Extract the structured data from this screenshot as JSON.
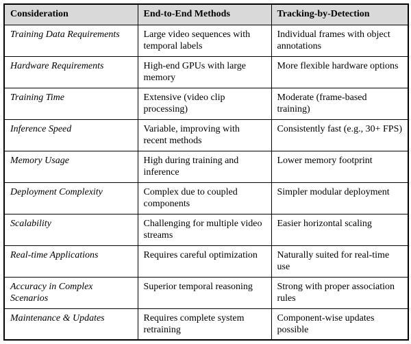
{
  "colors": {
    "header_background": "#d9d9d9",
    "border": "#000000",
    "text": "#000000",
    "page_background": "#ffffff"
  },
  "table": {
    "headers": {
      "consideration": "Consideration",
      "end_to_end": "End-to-End Methods",
      "tracking": "Tracking-by-Detection"
    },
    "rows": [
      {
        "consideration": "Training Data Requirements",
        "end_to_end": "Large video sequences with temporal labels",
        "tracking": "Individual frames with object annotations"
      },
      {
        "consideration": "Hardware Requirements",
        "end_to_end": "High-end GPUs with large memory",
        "tracking": "More flexible hardware options"
      },
      {
        "consideration": "Training Time",
        "end_to_end": "Extensive (video clip processing)",
        "tracking": "Moderate (frame-based training)"
      },
      {
        "consideration": "Inference Speed",
        "end_to_end": "Variable, improving with recent methods",
        "tracking": "Consistently fast (e.g., 30+ FPS)"
      },
      {
        "consideration": "Memory Usage",
        "end_to_end": "High during training and inference",
        "tracking": "Lower memory footprint"
      },
      {
        "consideration": "Deployment Complexity",
        "end_to_end": "Complex due to coupled components",
        "tracking": "Simpler modular deployment"
      },
      {
        "consideration": "Scalability",
        "end_to_end": "Challenging for multiple video streams",
        "tracking": "Easier horizontal scaling"
      },
      {
        "consideration": "Real-time Applications",
        "end_to_end": "Requires careful optimization",
        "tracking": "Naturally suited for real-time use"
      },
      {
        "consideration": "Accuracy in Complex Scenarios",
        "end_to_end": "Superior temporal reasoning",
        "tracking": "Strong with proper association rules"
      },
      {
        "consideration": "Maintenance & Updates",
        "end_to_end": "Requires complete system retraining",
        "tracking": "Component-wise updates possible"
      }
    ]
  }
}
